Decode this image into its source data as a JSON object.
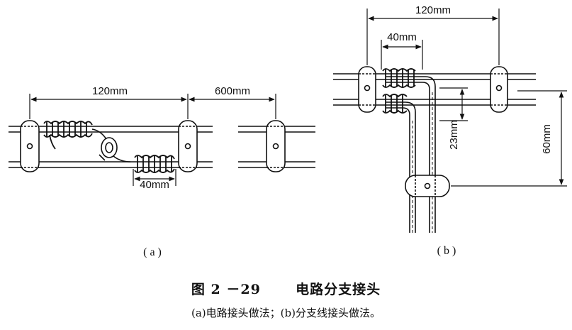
{
  "figure": {
    "panel_a": {
      "label": "( a )",
      "dim_span": "120mm",
      "dim_spacing": "600mm",
      "dim_wrap": "40mm"
    },
    "panel_b": {
      "label": "( b )",
      "dim_span": "120mm",
      "dim_wrap": "40mm",
      "dim_gap": "23mm",
      "dim_drop": "60mm"
    },
    "caption": {
      "number": "图 2 －29",
      "title": "电路分支接头",
      "note": "(a)电路接头做法；(b)分支线接头做法。"
    }
  }
}
